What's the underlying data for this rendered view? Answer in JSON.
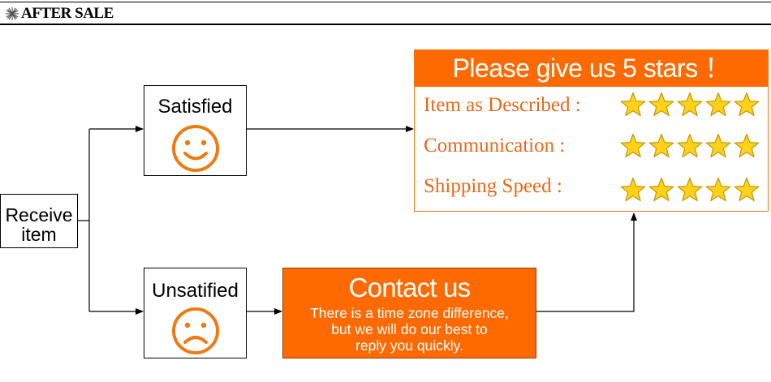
{
  "header": {
    "title": "AFTER SALE",
    "icon": "starburst-icon"
  },
  "diagram": {
    "start": {
      "label_line1": "Receive",
      "label_line2": "item"
    },
    "satisfied": {
      "label": "Satisfied",
      "icon": "smiley-face-icon"
    },
    "unsatisfied": {
      "label": "Unsatified",
      "icon": "sad-face-icon"
    },
    "contact": {
      "title": "Contact us",
      "line1": "There is a time zone difference,",
      "line2": "but we will do our best to",
      "line3": "reply you quickly."
    },
    "rating_panel": {
      "title": "Please give us 5 stars ！",
      "rows": [
        {
          "label": "Item as Described :",
          "stars": 5
        },
        {
          "label": "Communication :",
          "stars": 5
        },
        {
          "label": "Shipping Speed :",
          "stars": 5
        }
      ]
    }
  },
  "colors": {
    "accent": "#ff6a00",
    "label_orange": "#e8691a",
    "star": "#ffd21a"
  }
}
